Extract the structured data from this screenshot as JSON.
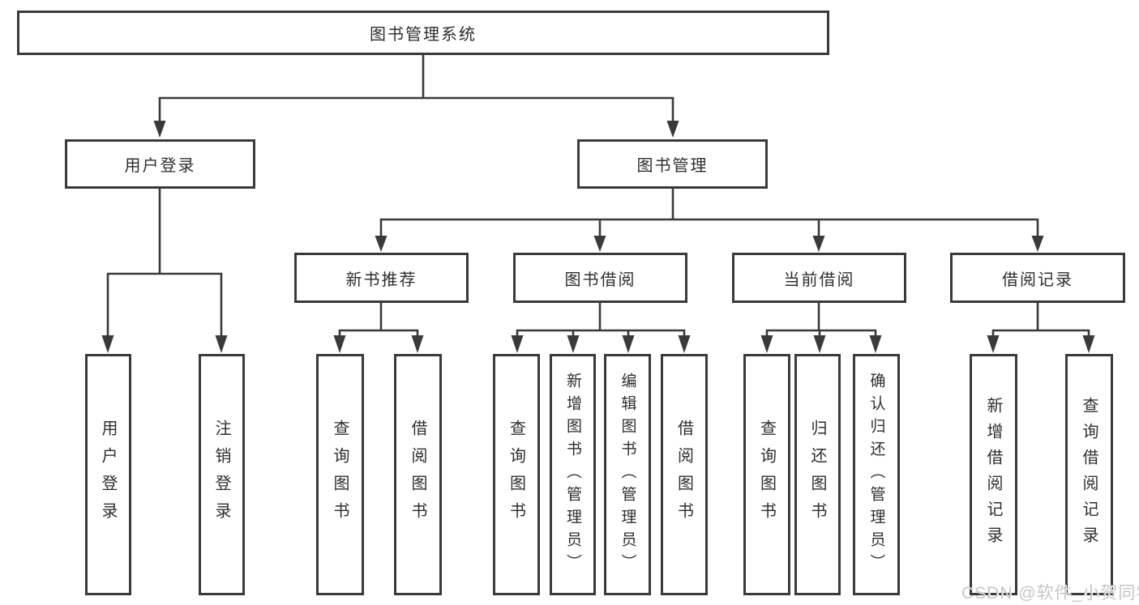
{
  "colors": {
    "line": "#3a3a3a",
    "box_border": "#3a3a3a",
    "text": "#2e2e2e",
    "watermark": "#c3c7ca",
    "background": "#ffffff"
  },
  "nodes": {
    "root": "图书管理系统",
    "user_login": "用户登录",
    "book_management": "图书管理",
    "new_book_recommend": "新书推荐",
    "book_borrowing": "图书借阅",
    "current_borrowing": "当前借阅",
    "borrowing_records": "借阅记录",
    "leaf_user_login": "用户登录",
    "leaf_logout": "注销登录",
    "leaf_rec_query_book": "查询图书",
    "leaf_rec_borrow_book": "借阅图书",
    "leaf_bb_query_book": "查询图书",
    "leaf_bb_add_book": "新增图书（管理员）",
    "leaf_bb_edit_book": "编辑图书（管理员）",
    "leaf_bb_borrow_book": "借阅图书",
    "leaf_cb_query_book": "查询图书",
    "leaf_cb_return_book": "归还图书",
    "leaf_cb_confirm_return": "确认归还（管理员）",
    "leaf_br_add_record": "新增借阅记录",
    "leaf_br_query_record": "查询借阅记录"
  },
  "watermark": "CSDN @软件_小贺同学"
}
